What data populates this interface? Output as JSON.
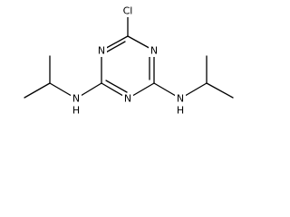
{
  "molecule": {
    "atoms": {
      "cl": "Cl",
      "n_top_left": "N",
      "n_top_right": "N",
      "n_bottom": "N",
      "nh_left": "N",
      "h_left": "H",
      "nh_right": "N",
      "h_right": "H"
    }
  }
}
